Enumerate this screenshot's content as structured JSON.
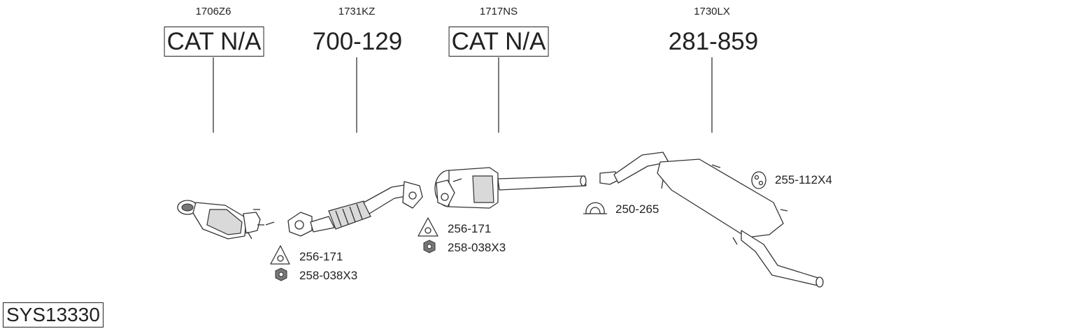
{
  "diagram": {
    "system_code": "SYS13330",
    "parts": [
      {
        "ref": "1706Z6",
        "number": "CAT N/A"
      },
      {
        "ref": "1731KZ",
        "number": "700-129"
      },
      {
        "ref": "1717NS",
        "number": "CAT N/A"
      },
      {
        "ref": "1730LX",
        "number": "281-859"
      }
    ],
    "fittings": [
      {
        "label": "256-171",
        "icon": "gasket-icon"
      },
      {
        "label": "258-038X3",
        "icon": "nut-icon"
      },
      {
        "label": "256-171",
        "icon": "gasket-icon"
      },
      {
        "label": "258-038X3",
        "icon": "nut-icon"
      },
      {
        "label": "250-265",
        "icon": "clamp-icon"
      },
      {
        "label": "255-112X4",
        "icon": "rubber-mount-icon"
      }
    ]
  }
}
